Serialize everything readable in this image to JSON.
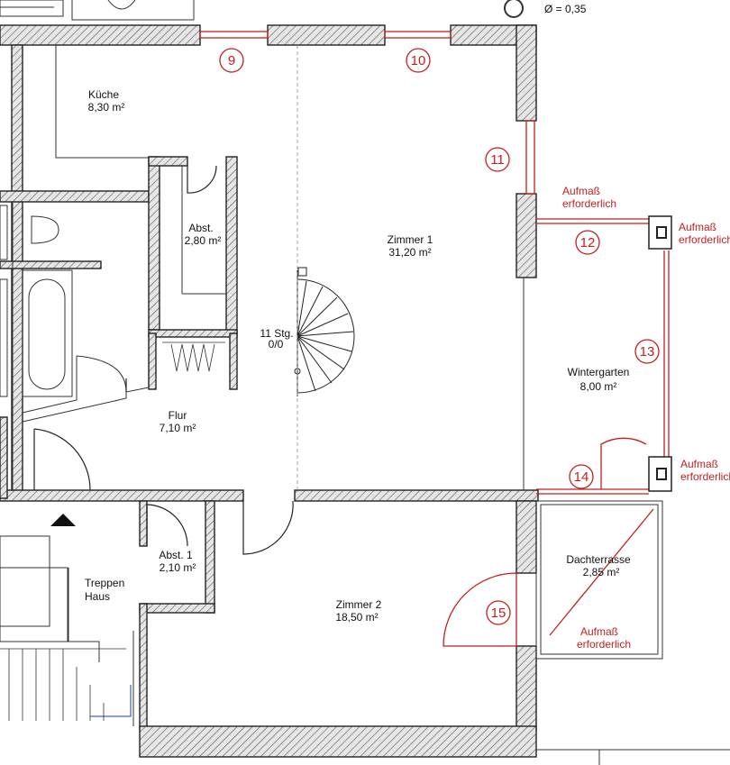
{
  "scale_note": "Ø = 0,35",
  "rooms": {
    "kueche": {
      "name": "Küche",
      "area": "8,30 m²"
    },
    "abst2": {
      "name": "Abst.",
      "area": "2,80 m²"
    },
    "zimmer1": {
      "name": "Zimmer 1",
      "area": "31,20 m²"
    },
    "stairs_spiral": {
      "name": "11 Stg.",
      "area": "0/0"
    },
    "flur": {
      "name": "Flur",
      "area": "7,10 m²"
    },
    "wintergarten": {
      "name": "Wintergarten",
      "area": "8,00 m²"
    },
    "abst1": {
      "name": "Abst. 1",
      "area": "2,10 m²"
    },
    "treppenhaus": {
      "name": "Treppen",
      "name2": "Haus"
    },
    "zimmer2": {
      "name": "Zimmer 2",
      "area": "18,50 m²"
    },
    "dachterrasse": {
      "name": "Dachterrasse",
      "area": "2,85 m²"
    }
  },
  "notes": [
    {
      "line1": "Aufmaß",
      "line2": "erforderlich"
    },
    {
      "line1": "Aufmaß",
      "line2": "erforderlich"
    },
    {
      "line1": "Aufmaß",
      "line2": "erforderlich"
    },
    {
      "line1": "Aufmaß",
      "line2": "erforderlich"
    }
  ],
  "markers": [
    "9",
    "10",
    "11",
    "12",
    "13",
    "14",
    "15"
  ],
  "colors": {
    "wall": "#222222",
    "hatch": "#555555",
    "red": "#c41f1f",
    "line": "#333333"
  }
}
